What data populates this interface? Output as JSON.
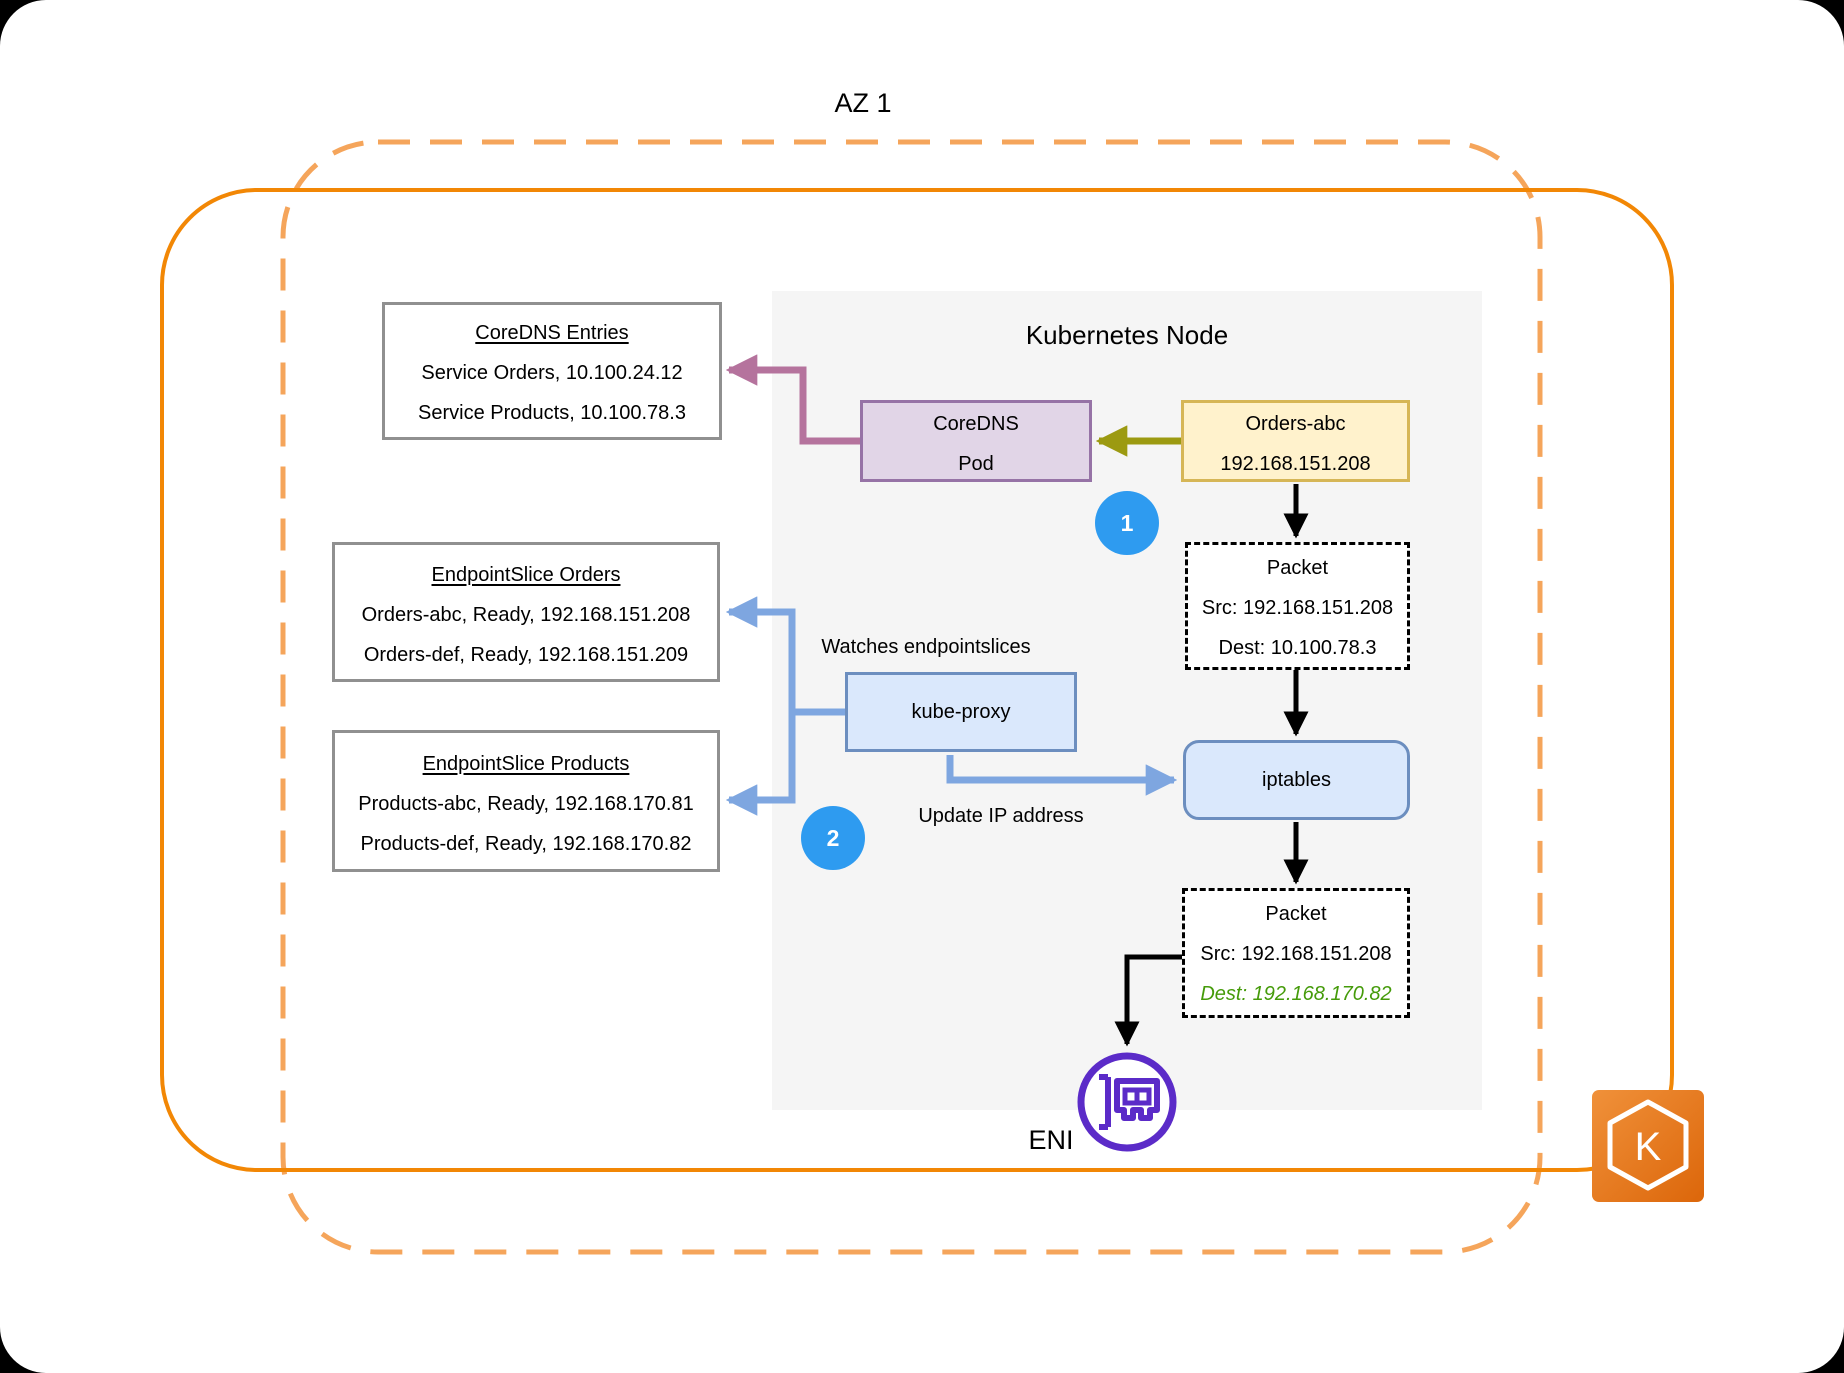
{
  "diagram": {
    "az_label": "AZ 1",
    "node_panel": {
      "title": "Kubernetes Node"
    },
    "coredns_entries": {
      "title": "CoreDNS Entries",
      "lines": [
        "Service Orders, 10.100.24.12",
        "Service Products, 10.100.78.3"
      ]
    },
    "endpointslice_orders": {
      "title": "EndpointSlice Orders",
      "lines": [
        "Orders-abc, Ready, 192.168.151.208",
        "Orders-def, Ready, 192.168.151.209"
      ]
    },
    "endpointslice_products": {
      "title": "EndpointSlice Products",
      "lines": [
        "Products-abc, Ready, 192.168.170.81",
        "Products-def, Ready, 192.168.170.82"
      ]
    },
    "coredns_pod": {
      "line1": "CoreDNS",
      "line2": "Pod"
    },
    "orders_pod": {
      "line1": "Orders-abc",
      "line2": "192.168.151.208"
    },
    "packet_before": {
      "title": "Packet",
      "src": "Src: 192.168.151.208",
      "dest": "Dest: 10.100.78.3"
    },
    "packet_after": {
      "title": "Packet",
      "src": "Src: 192.168.151.208",
      "dest": "Dest: 192.168.170.82"
    },
    "kube_proxy": {
      "label": "kube-proxy"
    },
    "iptables": {
      "label": "iptables"
    },
    "labels": {
      "watches_endpointslices": "Watches endpointslices",
      "update_ip_address": "Update IP address",
      "eni": "ENI"
    },
    "steps": {
      "step1": "1",
      "step2": "2"
    },
    "icons": {
      "eni": "network-interface-card",
      "eks": "amazon-eks",
      "eks_letter": "K"
    }
  },
  "colors": {
    "az_dashed_border": "#F5A55B",
    "cluster_solid_border": "#F28705",
    "node_panel_bg": "#F5F5F5",
    "box_border_gray": "#909090",
    "coredns_pod_fill": "#E1D5E7",
    "coredns_pod_border": "#9673A6",
    "orders_pod_fill": "#FFF2CC",
    "orders_pod_border": "#D6B656",
    "blue_box_fill": "#DAE8FC",
    "blue_box_border": "#6C8EBF",
    "blue_arrow": "#7EA6E0",
    "purple_arrow": "#B5739D",
    "olive_arrow": "#9C9A11",
    "black_arrow": "#000000",
    "step_badge": "#2E9BF0",
    "dest_highlight_green": "#459B0A",
    "eni_purple": "#5B2BC8",
    "eks_gradient_start": "#F0913A",
    "eks_gradient_end": "#DC660A"
  }
}
